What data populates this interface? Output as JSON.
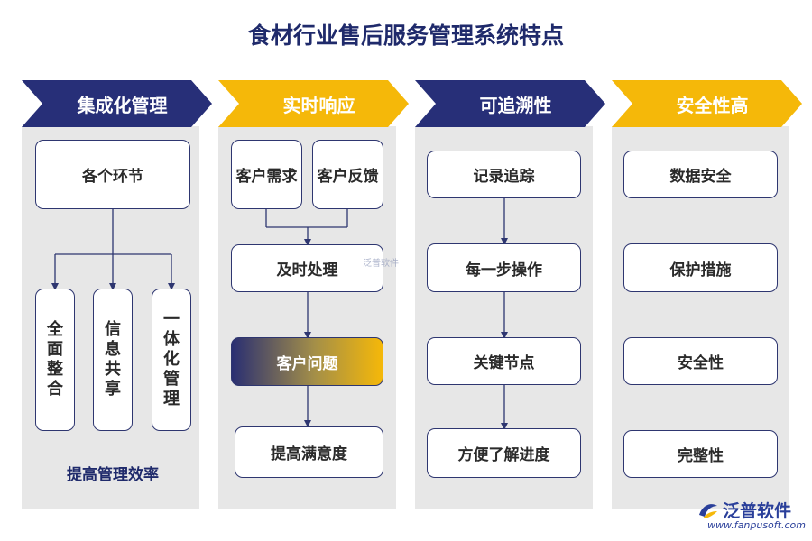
{
  "title": "食材行业售后服务管理系统特点",
  "columns": [
    {
      "header": "集成化管理",
      "top_box": "各个环节",
      "sub_boxes": [
        "全面整合",
        "信息共享",
        "一体化管理"
      ],
      "footer": "提高管理效率"
    },
    {
      "header": "实时响应",
      "boxes": [
        "客户需求",
        "客户反馈",
        "及时处理",
        "客户问题",
        "提高满意度"
      ]
    },
    {
      "header": "可追溯性",
      "boxes": [
        "记录追踪",
        "每一步操作",
        "关键节点",
        "方便了解进度"
      ]
    },
    {
      "header": "安全性高",
      "boxes": [
        "数据安全",
        "保护措施",
        "安全性",
        "完整性"
      ]
    }
  ],
  "colors": {
    "navy": "#272f78",
    "gold": "#f5b809",
    "panel": "#e7e7e7",
    "title": "#1f2a6b"
  },
  "watermark": {
    "center": "泛普软件",
    "brand_name": "泛普软件",
    "brand_url": "www.fanpusoft.com"
  }
}
